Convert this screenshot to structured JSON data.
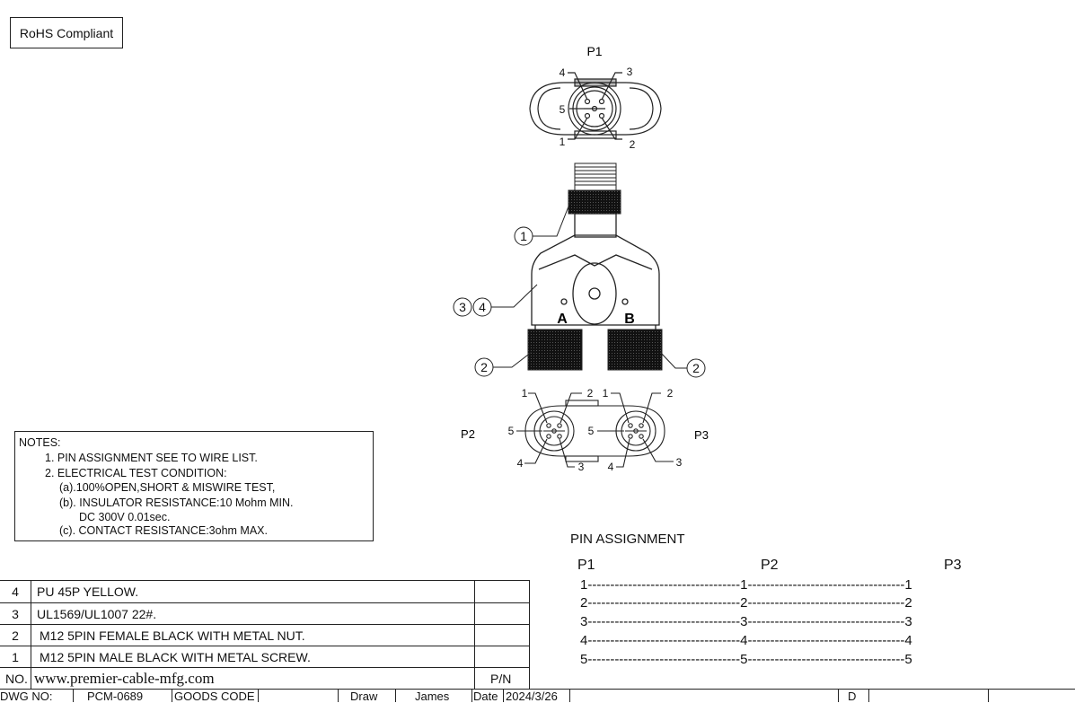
{
  "rohs": "RoHS Compliant",
  "labels": {
    "p1": "P1",
    "p2": "P2",
    "p3": "P3",
    "port_a": "A",
    "port_b": "B",
    "callout_1": "1",
    "callout_2": "2",
    "callout_3": "3",
    "callout_4": "4",
    "pin_1": "1",
    "pin_2": "2",
    "pin_3": "3",
    "pin_4": "4",
    "pin_5": "5"
  },
  "notes": {
    "title": "NOTES:",
    "lines": [
      "1. PIN ASSIGNMENT SEE TO WIRE LIST.",
      "2. ELECTRICAL TEST CONDITION:",
      "(a).100%OPEN,SHORT & MISWIRE TEST,",
      "(b). INSULATOR RESISTANCE:10 Mohm MIN.",
      "DC 300V 0.01sec.",
      "(c). CONTACT RESISTANCE:3ohm MAX."
    ]
  },
  "pin_assignment": {
    "title": "PIN  ASSIGNMENT",
    "headers": [
      "P1",
      "P2",
      "P3"
    ],
    "rows": [
      "1----------------------------------1-----------------------------------1",
      "2----------------------------------2-----------------------------------2",
      "3----------------------------------3-----------------------------------3",
      "4----------------------------------4-----------------------------------4",
      "5----------------------------------5-----------------------------------5"
    ]
  },
  "bom": {
    "rows": [
      {
        "no": "4",
        "desc": "PU 45P YELLOW."
      },
      {
        "no": "3",
        "desc": "UL1569/UL1007 22#."
      },
      {
        "no": "2",
        "desc": "M12 5PIN FEMALE  BLACK WITH METAL NUT."
      },
      {
        "no": "1",
        "desc": "M12 5PIN MALE  BLACK WITH METAL SCREW."
      }
    ],
    "header_no": "NO.",
    "header_url": "www.premier-cable-mfg.com",
    "header_pn": "P/N"
  },
  "title_block": {
    "dwg_no_label": "DWG NO:",
    "dwg_no": "PCM-0689",
    "goods_code_label": "GOODS CODE",
    "draw_label": "Draw",
    "draw_name": "James",
    "date_label": "Date",
    "date": "2024/3/26",
    "rev": "D"
  }
}
